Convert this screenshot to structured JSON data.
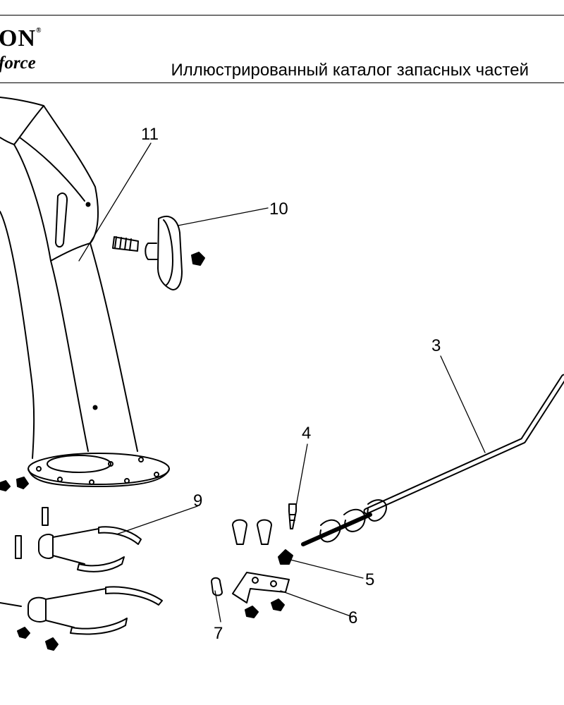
{
  "header": {
    "logo_brand": "ON",
    "logo_tagline": "force",
    "title": "Иллюстрированный каталог запасных частей"
  },
  "callouts": [
    {
      "id": "11",
      "label": "11"
    },
    {
      "id": "10",
      "label": "10"
    },
    {
      "id": "3",
      "label": "3"
    },
    {
      "id": "4",
      "label": "4"
    },
    {
      "id": "9",
      "label": "9"
    },
    {
      "id": "5",
      "label": "5"
    },
    {
      "id": "6",
      "label": "6"
    },
    {
      "id": "7",
      "label": "7"
    }
  ],
  "colors": {
    "line": "#000000",
    "background": "#ffffff"
  }
}
